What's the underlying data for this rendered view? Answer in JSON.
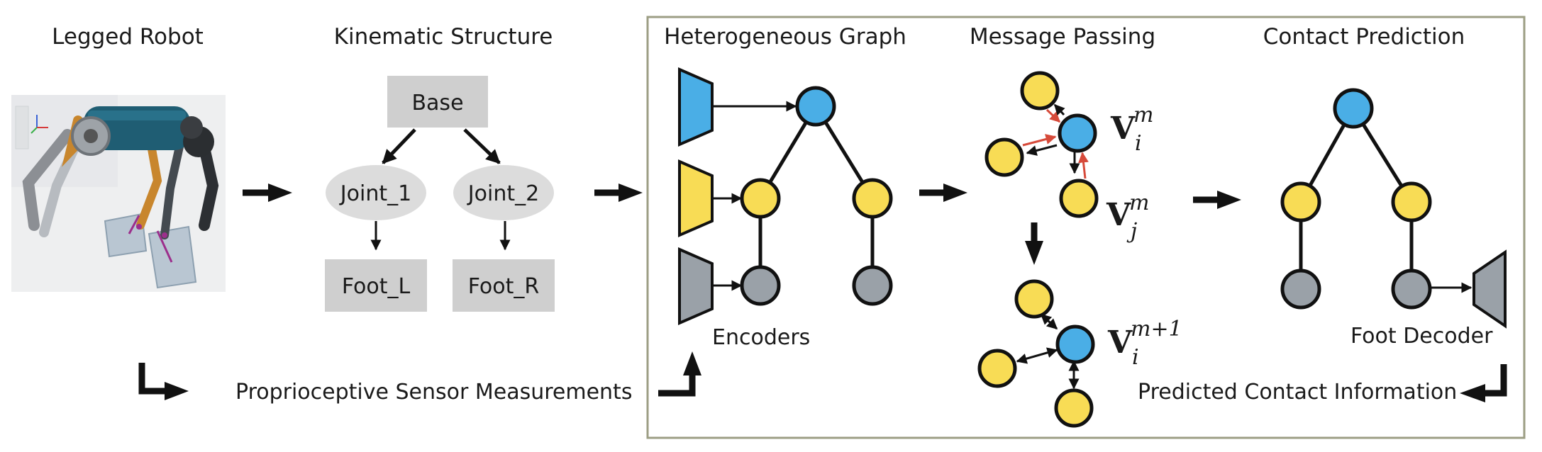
{
  "titles": {
    "legged_robot": "Legged Robot",
    "kinematic_structure": "Kinematic Structure",
    "heterogeneous_graph": "Heterogeneous Graph",
    "message_passing": "Message Passing",
    "contact_prediction": "Contact Prediction"
  },
  "kinematic": {
    "base": "Base",
    "joint1": "Joint_1",
    "joint2": "Joint_2",
    "foot_l": "Foot_L",
    "foot_r": "Foot_R"
  },
  "labels": {
    "proprio": "Proprioceptive Sensor Measurements",
    "encoders": "Encoders",
    "foot_decoder": "Foot Decoder",
    "predicted": "Predicted Contact Information"
  },
  "message_passing": {
    "v_symbol": "V",
    "sub_i": "i",
    "sub_j": "j",
    "sup_m": "m",
    "sup_m1": "m+1"
  },
  "colors": {
    "blue": "#4aaee6",
    "yellow": "#f8dc55",
    "gray": "#9aa1a8",
    "box_gray": "#cfcfcf",
    "ellipse_gray": "#dcdcdc",
    "frame": "#9c9e84",
    "red_arrow": "#d64a3a"
  }
}
